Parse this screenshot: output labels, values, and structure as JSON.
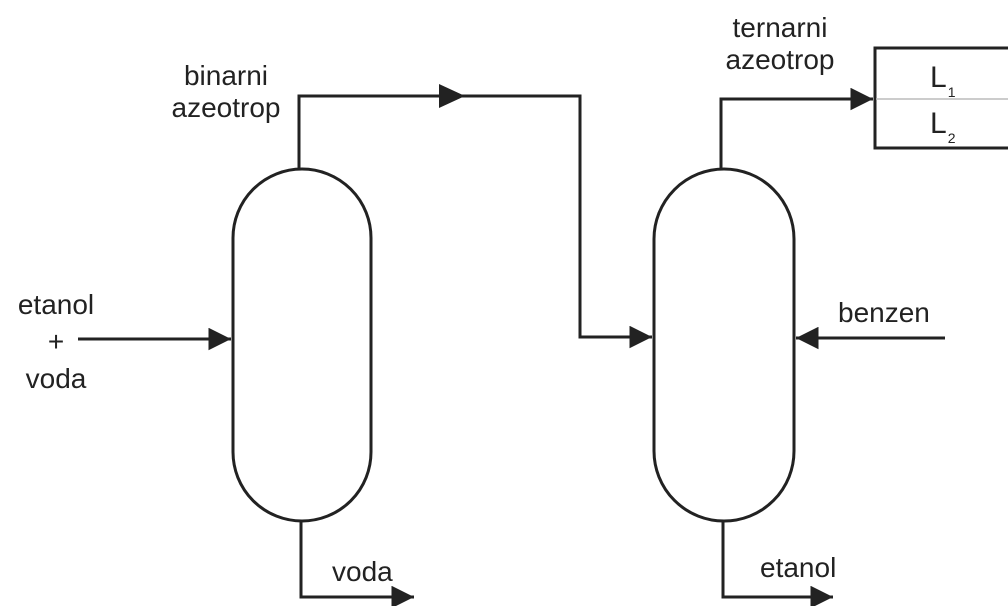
{
  "labels": {
    "binary_azeotrope": [
      "binarni",
      "azeotrop"
    ],
    "ternary_azeotrope": [
      "ternarni",
      "azeotrop"
    ],
    "feed": [
      "etanol",
      "+",
      "voda"
    ],
    "benzene": "benzen",
    "water_out": "voda",
    "ethanol_out": "etanol"
  },
  "separator": {
    "upper_phase": {
      "main": "L",
      "index": "1"
    },
    "lower_phase": {
      "main": "L",
      "index": "2"
    }
  },
  "colors": {
    "stroke": "#222222",
    "divider": "#bbbbbb",
    "background": "#ffffff"
  }
}
